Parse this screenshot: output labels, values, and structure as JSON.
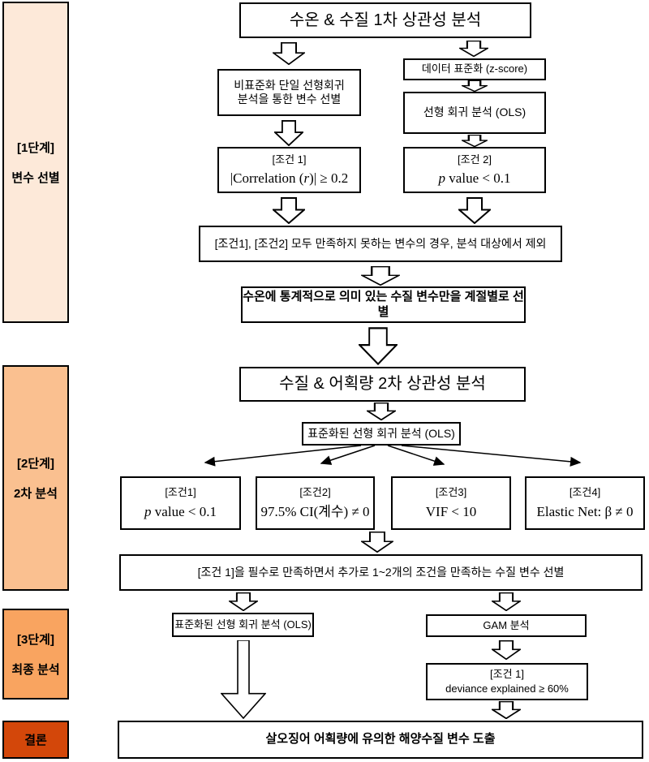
{
  "sidebar": {
    "stage1": {
      "line1": "[1단계]",
      "line2": "변수 선별",
      "color": "#fde9d9"
    },
    "stage2": {
      "line1": "[2단계]",
      "line2": "2차 분석",
      "color": "#fac090"
    },
    "stage3": {
      "line1": "[3단계]",
      "line2": "최종 분석",
      "color": "#f9a460"
    },
    "conclusion": {
      "line1": "결론",
      "color": "#d3470a"
    }
  },
  "flow": {
    "title1": "수온 & 수질 1차 상관성 분석",
    "unstd": {
      "line1": "비표준화 단일 선형회귀",
      "line2": "분석을 통한 변수 선별"
    },
    "zscore": "데이터 표준화 (z-score)",
    "ols1": "선형 회귀 분석 (OLS)",
    "cond1": {
      "label": "[조건 1]",
      "pre": "|Correlation (",
      "var": "r",
      "post": ")| ≥ 0.2"
    },
    "cond2": {
      "label": "[조건 2]",
      "var": "p",
      "rest": " value < 0.1"
    },
    "exclude": "[조건1], [조건2] 모두 만족하지 못하는 변수의 경우, 분석 대상에서 제외",
    "seasonal_select": "수온에 통계적으로 의미 있는 수질 변수만을 계절별로 선별",
    "title2": "수질 & 어획량 2차 상관성 분석",
    "std_ols": "표준화된 선형 회귀 분석 (OLS)",
    "s2cond1": {
      "label": "[조건1]",
      "var": "p",
      "rest": " value < 0.1"
    },
    "s2cond2": {
      "label": "[조건2]",
      "text": "97.5% CI(계수) ≠ 0"
    },
    "s2cond3": {
      "label": "[조건3]",
      "text": "VIF < 10"
    },
    "s2cond4": {
      "label": "[조건4]",
      "text": "Elastic Net: β ≠ 0"
    },
    "final_select": "[조건 1]을 필수로 만족하면서 추가로 1~2개의 조건을 만족하는 수질 변수 선별",
    "final_ols": "표준화된 선형 회귀 분석 (OLS)",
    "gam": "GAM 분석",
    "gam_cond": {
      "label": "[조건 1]",
      "text": "deviance explained ≥ 60%"
    },
    "conclusion": "살오징어 어획량에 유의한 해양수질 변수 도출"
  }
}
